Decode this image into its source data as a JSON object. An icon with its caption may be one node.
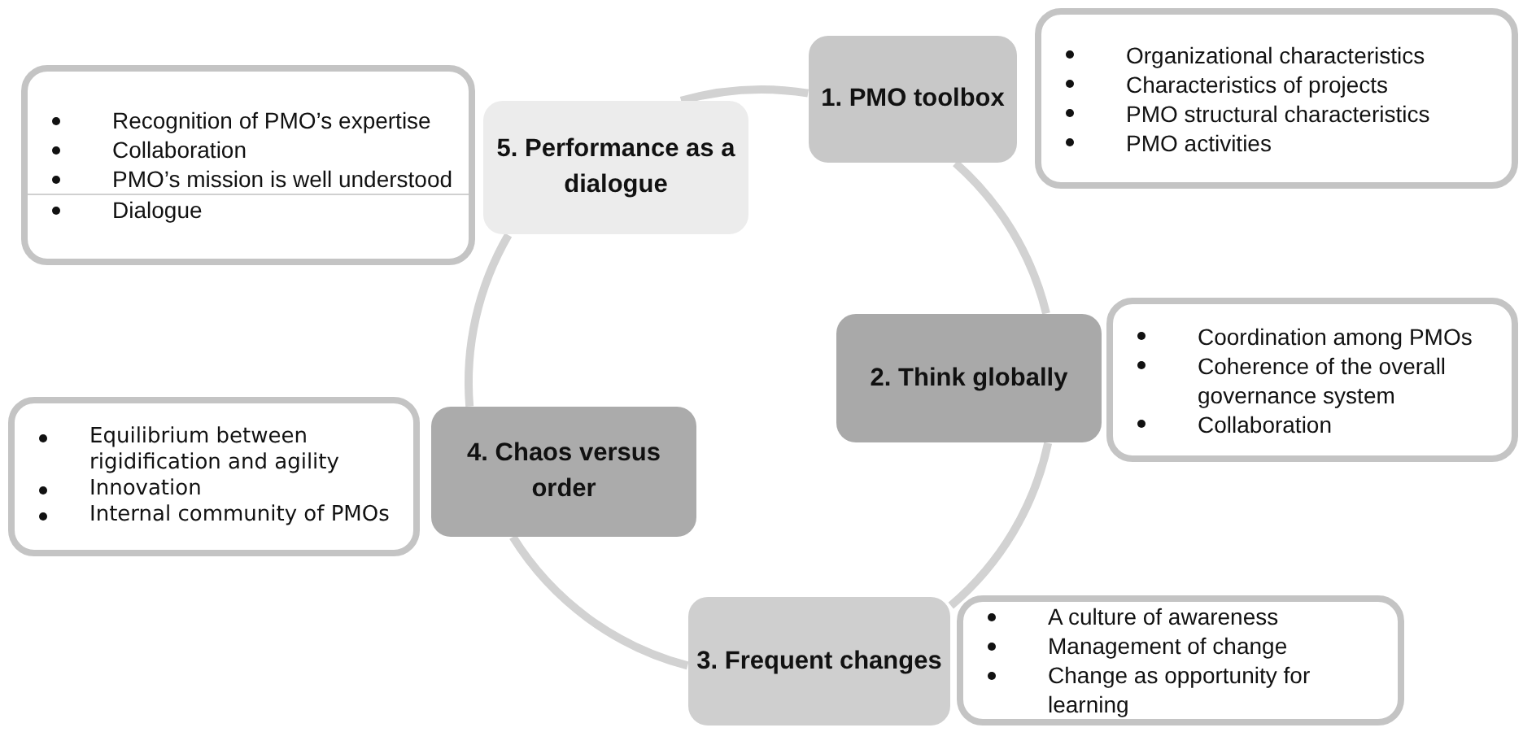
{
  "diagram": {
    "nodes": [
      {
        "text": [
          "1. PMO toolbox"
        ]
      },
      {
        "text": [
          "Organizational characteristics",
          "Characteristics of projects",
          "PMO structural characteristics",
          "PMO activities"
        ]
      },
      {
        "text": [
          "2. Think globally"
        ]
      },
      {
        "text": [
          "Coordination among PMOs",
          "Coherence of the overall governance system",
          "Collaboration"
        ]
      },
      {
        "text": [
          "3. Frequent changes"
        ]
      },
      {
        "text": [
          "A culture of awareness",
          "Management of change",
          "Change as opportunity for learning"
        ]
      },
      {
        "text": [
          "4. Chaos versus order"
        ]
      },
      {
        "text": [
          "Equilibrium between rigidification and agility",
          "Innovation",
          "Internal community of PMOs"
        ]
      },
      {
        "text": [
          "5. Performance as a dialogue"
        ]
      },
      {
        "text": [
          "Recognition of PMO’s expertise",
          "Collaboration",
          "PMO’s mission is well understood",
          "Dialogue"
        ]
      }
    ],
    "edges": [
      {
        "from": 0,
        "to": 2,
        "arrow": "none"
      },
      {
        "from": 2,
        "to": 4,
        "arrow": "none"
      },
      {
        "from": 4,
        "to": 6,
        "arrow": "none"
      },
      {
        "from": 6,
        "to": 8,
        "arrow": "none"
      },
      {
        "from": 8,
        "to": 0,
        "arrow": "none"
      }
    ]
  }
}
